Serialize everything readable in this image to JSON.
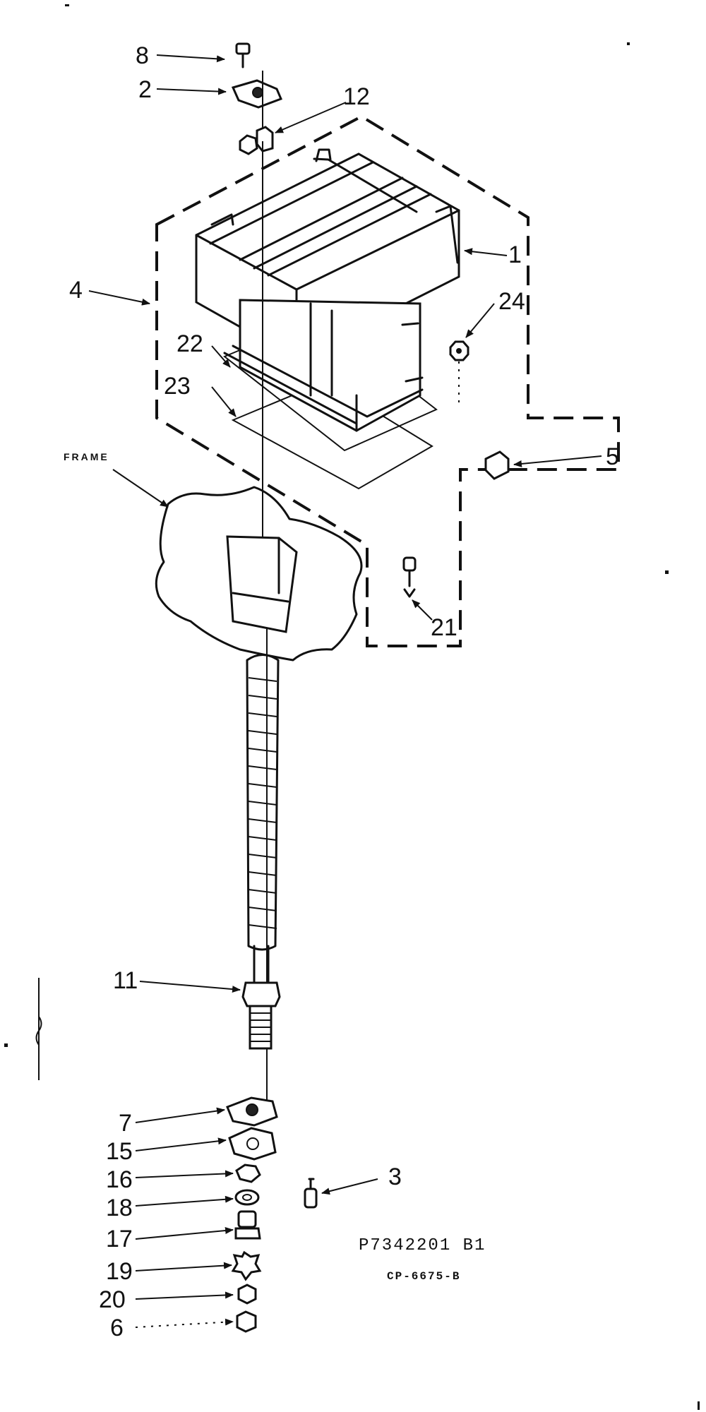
{
  "callouts": {
    "c1": "1",
    "c2": "2",
    "c3": "3",
    "c4": "4",
    "c5": "5",
    "c6": "6",
    "c7": "7",
    "c8": "8",
    "c11": "11",
    "c12": "12",
    "c15": "15",
    "c16": "16",
    "c17": "17",
    "c18": "18",
    "c19": "19",
    "c20": "20",
    "c21": "21",
    "c22": "22",
    "c23": "23",
    "c24": "24"
  },
  "labels": {
    "frame": "FRAME"
  },
  "codes": {
    "drawing_number": "P7342201 B1",
    "figure_id": "CP-6675-B"
  }
}
